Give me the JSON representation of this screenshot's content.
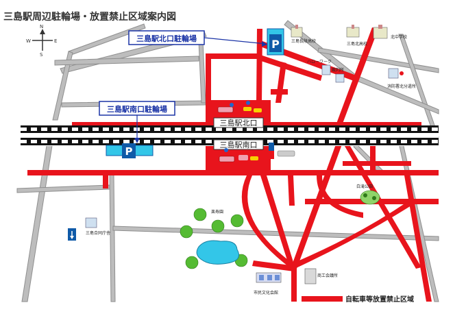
{
  "title": "三島駅周辺駐輪場・放置禁止区域案内図",
  "compass": {
    "n": "N",
    "s": "S",
    "e": "E",
    "w": "W"
  },
  "callouts": {
    "north_parking": "三島駅北口駐輪場",
    "south_parking": "三島駅南口駐輪場"
  },
  "station": {
    "north_exit": "三島駅北口",
    "south_exit": "三島駅南口"
  },
  "parking_symbol": "P",
  "landmarks": {
    "mishima_minami_hs": "三島長陵高校",
    "mishima_kita_hs": "三島北高校",
    "kita_jhs": "北中学校",
    "hello_work": "ハローワーク",
    "court": "裁判所",
    "fire_station": "消防署北分遣所",
    "rakujuen_park": "楽寿園",
    "shirataki_park": "白滝公園",
    "mishima_office": "三島合同庁舎",
    "commerce_hall": "商工会議所",
    "culture_hall": "市民文化会館"
  },
  "legend": {
    "label": "自転車等放置禁止区域",
    "color": "#e8141c"
  },
  "colors": {
    "restricted_red": "#e8141c",
    "parking_blue": "#0f5aa8",
    "road_gray": "#9a9a9a",
    "callout_border": "#1a33a6",
    "pond": "#33c6e8"
  }
}
